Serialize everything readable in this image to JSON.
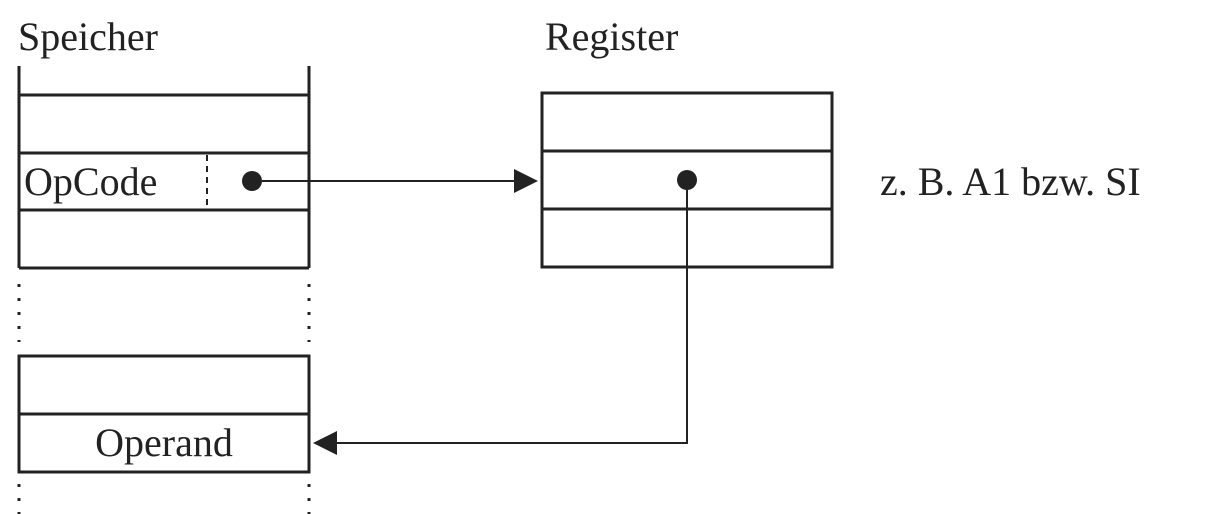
{
  "labels": {
    "memory_title": "Speicher",
    "register_title": "Register",
    "opcode": "OpCode",
    "operand": "Operand",
    "example_note": "z. B. A1 bzw. SI"
  },
  "colors": {
    "ink": "#222222",
    "background": "#ffffff"
  }
}
